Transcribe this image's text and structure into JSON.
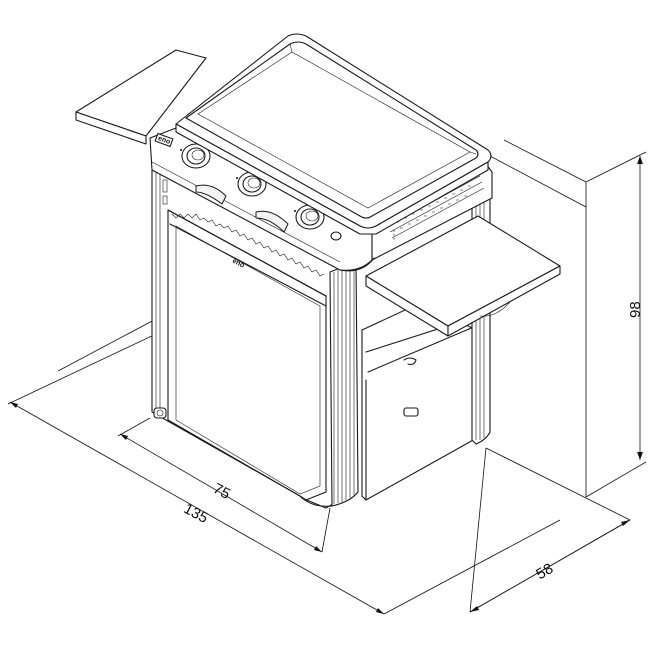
{
  "diagram": {
    "labels": {
      "front_logo": "eno",
      "cabinet_logo": "eno",
      "badge": "eno"
    },
    "dimensions": {
      "width_body": "75",
      "width_total": "135",
      "depth": "58",
      "height": "98"
    }
  }
}
